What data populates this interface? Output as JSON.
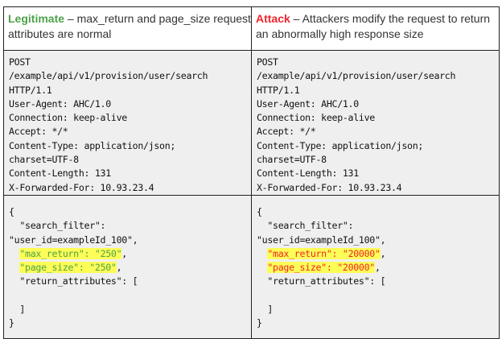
{
  "colors": {
    "legit": "#4ea24a",
    "attack": "#f0242a",
    "highlight": "#fdfd57"
  },
  "left": {
    "tag": "Legitimate",
    "desc": " – max_return and page_size request attributes are normal",
    "headers": [
      "POST",
      "/example/api/v1/provision/user/search",
      "HTTP/1.1",
      "User-Agent: AHC/1.0",
      "Connection: keep-alive",
      "Accept: */*",
      "Content-Type: application/json;",
      "charset=UTF-8",
      "Content-Length: 131",
      "X-Forwarded-For: 10.93.23.4"
    ],
    "body_before": "{\n  \"search_filter\":\n\"user_id=exampleId_100\",",
    "max_return": "\"max_return\": \"250\"",
    "page_size": "\"page_size\": \"250\"",
    "body_after": "  \"return_attributes\": [\n\n  ]\n}"
  },
  "right": {
    "tag": "Attack",
    "desc": " – Attackers modify the request to return an abnormally high response size",
    "headers": [
      "POST",
      "/example/api/v1/provision/user/search",
      "HTTP/1.1",
      "User-Agent: AHC/1.0",
      "Connection: keep-alive",
      "Accept: */*",
      "Content-Type: application/json;",
      "charset=UTF-8",
      "Content-Length: 131",
      "X-Forwarded-For: 10.93.23.4"
    ],
    "body_before": "{\n  \"search_filter\":\n\"user_id=exampleId_100\",",
    "max_return": "\"max_return\": \"20000\"",
    "page_size": "\"page_size\": \"20000\"",
    "body_after": "  \"return_attributes\": [\n\n  ]\n}"
  }
}
